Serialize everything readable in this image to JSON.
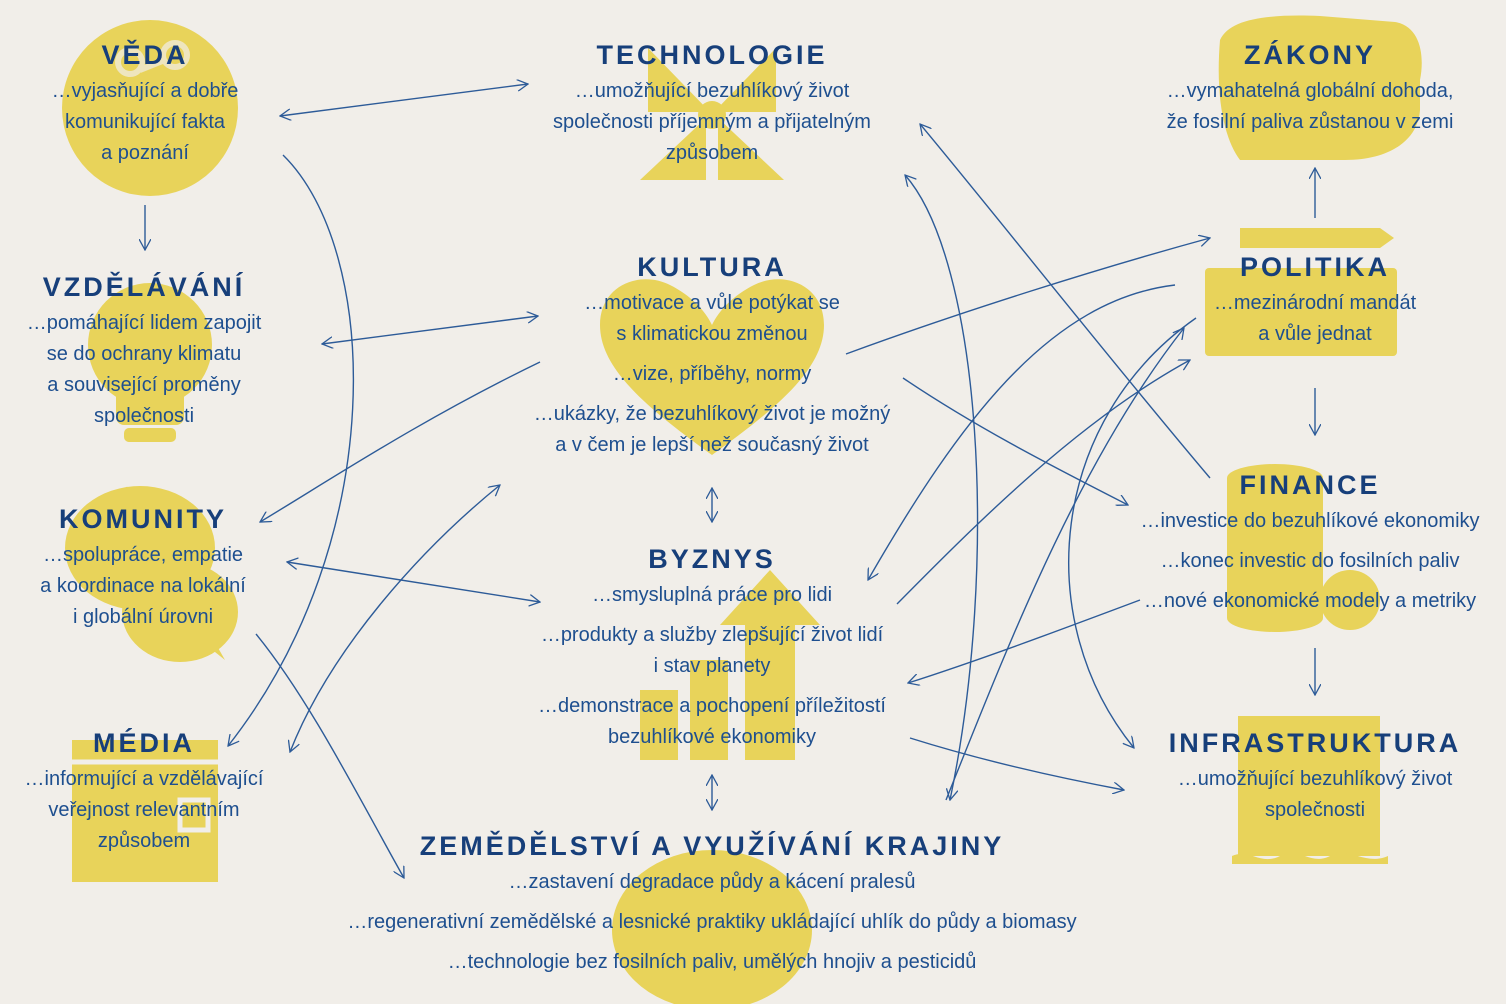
{
  "colors": {
    "background": "#f1eee9",
    "icon_yellow": "#e8d35a",
    "text_blue": "#1b4c8a",
    "arrow_blue": "#2d5b98"
  },
  "nodes": {
    "veda": {
      "title": "VĚDA",
      "lines": [
        "…vyjasňující a dobře",
        "komunikující fakta",
        "a poznání"
      ],
      "icon": "molecule-icon"
    },
    "vzdelavani": {
      "title": "VZDĚLÁVÁNÍ",
      "lines": [
        "…pomáhající lidem zapojit",
        "se do ochrany klimatu",
        "a související proměny",
        "společnosti"
      ],
      "icon": "lightbulb-icon"
    },
    "komunity": {
      "title": "KOMUNITY",
      "lines": [
        "…spolupráce, empatie",
        "a koordinace na lokální",
        "i globální úrovni"
      ],
      "icon": "speech-bubbles-icon"
    },
    "media": {
      "title": "MÉDIA",
      "lines": [
        "…informující a vzdělávající",
        "veřejnost relevantním",
        "způsobem"
      ],
      "icon": "newspaper-icon"
    },
    "technologie": {
      "title": "TECHNOLOGIE",
      "lines": [
        "…umožňující bezuhlíkový život",
        "společnosti příjemným a přijatelným",
        "způsobem"
      ],
      "icon": "windmill-icon"
    },
    "kultura": {
      "title": "KULTURA",
      "lines": [
        "…motivace a vůle potýkat se",
        "s klimatickou změnou",
        "…vize, příběhy, normy",
        "…ukázky, že bezuhlíkový život je možný",
        "a v čem je lepší než současný život"
      ],
      "icon": "heart-sprout-icon"
    },
    "byznys": {
      "title": "BYZNYS",
      "lines": [
        "…smysluplná práce pro lidi",
        "…produkty a služby zlepšující život lidí",
        "i stav planety",
        "…demonstrace a pochopení příležitostí",
        "bezuhlíkové ekonomiky"
      ],
      "icon": "growth-arrow-icon"
    },
    "zemedelstvi": {
      "title": "ZEMĚDĚLSTVÍ A VYUŽÍVÁNÍ KRAJINY",
      "lines": [
        "…zastavení degradace půdy a kácení pralesů",
        "…regenerativní zemědělské a lesnické praktiky ukládající uhlík do půdy a biomasy",
        "…technologie bez fosilních paliv, umělých hnojiv a pesticidů"
      ],
      "icon": "cabbage-icon"
    },
    "zakony": {
      "title": "ZÁKONY",
      "lines": [
        "…vymahatelná globální dohoda,",
        "že fosilní paliva zůstanou v zemi"
      ],
      "icon": "dinosaur-skull-icon"
    },
    "politika": {
      "title": "POLITIKA",
      "lines": [
        "…mezinárodní mandát",
        "a vůle jednat"
      ],
      "icon": "ballot-icon"
    },
    "finance": {
      "title": "FINANCE",
      "lines": [
        "…investice do bezuhlíkové ekonomiky",
        "…konec investic do fosilních paliv",
        "…nové ekonomické modely a metriky"
      ],
      "icon": "coins-icon"
    },
    "infrastruktura": {
      "title": "INFRASTRUKTURA",
      "lines": [
        "…umožňující bezuhlíkový život",
        "společnosti"
      ],
      "icon": "bridge-icon"
    }
  }
}
